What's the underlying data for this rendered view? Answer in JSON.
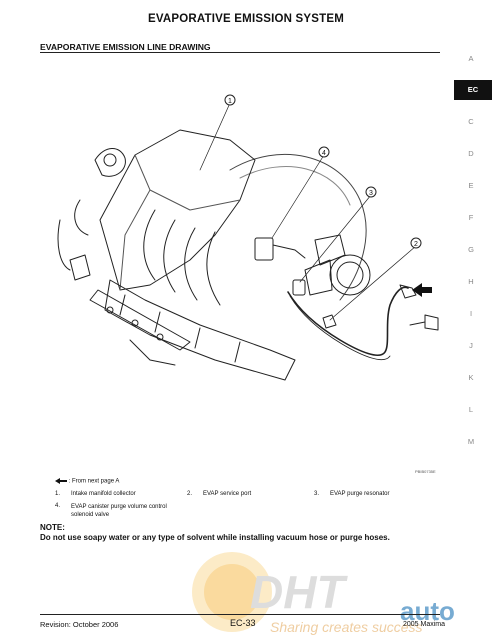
{
  "header": {
    "title": "EVAPORATIVE EMISSION SYSTEM"
  },
  "section": {
    "title": "EVAPORATIVE EMISSION LINE DRAWING"
  },
  "index_tabs": [
    {
      "label": "A",
      "active": false
    },
    {
      "label": "EC",
      "active": true
    },
    {
      "label": "C",
      "active": false
    },
    {
      "label": "D",
      "active": false
    },
    {
      "label": "E",
      "active": false
    },
    {
      "label": "F",
      "active": false
    },
    {
      "label": "G",
      "active": false
    },
    {
      "label": "H",
      "active": false
    },
    {
      "label": "I",
      "active": false
    },
    {
      "label": "J",
      "active": false
    },
    {
      "label": "K",
      "active": false
    },
    {
      "label": "L",
      "active": false
    },
    {
      "label": "M",
      "active": false
    }
  ],
  "drawing": {
    "callouts": [
      "1",
      "2",
      "3",
      "4"
    ],
    "code": "PBIB0735E"
  },
  "legend": {
    "arrow_text": ": From next page A",
    "items": [
      {
        "num": "1.",
        "label": "Intake manifold collector"
      },
      {
        "num": "2.",
        "label": "EVAP service port"
      },
      {
        "num": "3.",
        "label": "EVAP purge resonator"
      },
      {
        "num": "4.",
        "label": "EVAP canister purge volume control solenoid valve"
      }
    ]
  },
  "note": {
    "heading": "NOTE:",
    "text": "Do not use soapy water or any type of solvent while installing vacuum hose or purge hoses."
  },
  "footer": {
    "revision": "Revision: October 2006",
    "page": "EC-33",
    "model": "2005 Maxima"
  },
  "watermark": {
    "brand": "DHT",
    "brand2": "auto",
    "tagline": "Sharing creates success"
  },
  "colors": {
    "accent_tab": "#111111",
    "watermark_orange": "#f5a623"
  }
}
